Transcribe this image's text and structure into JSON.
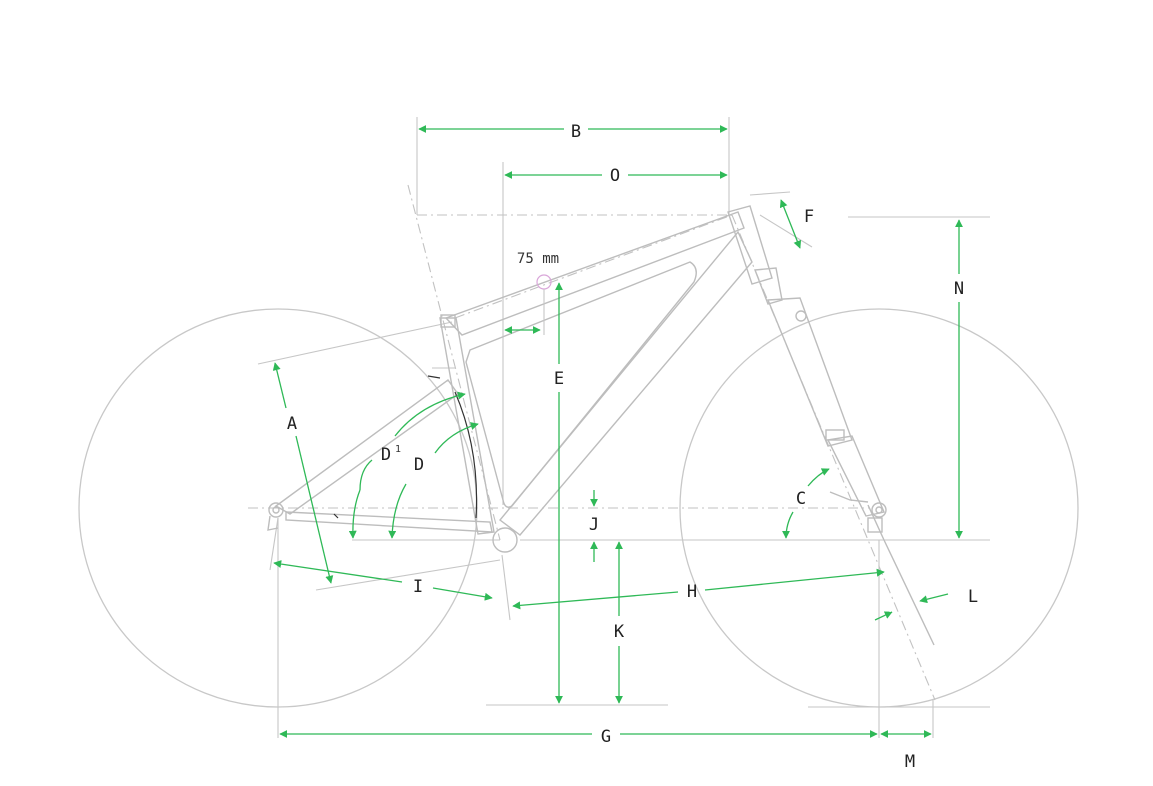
{
  "colors": {
    "dimension": "#2fb957",
    "frame": "#bdbdbd",
    "label": "#222222",
    "marker": "#d9a6d9"
  },
  "labels": {
    "a": "A",
    "b": "B",
    "c": "C",
    "d1": "D",
    "d1_sup": "1",
    "d": "D",
    "e": "E",
    "f": "F",
    "g": "G",
    "h": "H",
    "i": "I",
    "j": "J",
    "k": "K",
    "l": "L",
    "m": "M",
    "n": "N",
    "o": "O"
  },
  "annotation": {
    "seat_offset": "75 mm"
  }
}
